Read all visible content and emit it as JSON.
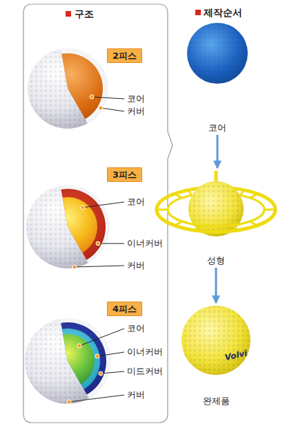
{
  "diagram": {
    "nodes": [
      {
        "text": [
          "구조"
        ]
      },
      {
        "text": [
          "2피스"
        ],
        "in": 0
      },
      {
        "text": [
          "3피스"
        ],
        "in": 0
      },
      {
        "text": [
          "4피스"
        ],
        "in": 0
      },
      {
        "text": [
          "코어"
        ]
      },
      {
        "text": [
          "성형"
        ]
      },
      {
        "text": [
          "완제품"
        ]
      }
    ],
    "edges": [
      {
        "from": 4,
        "to": 5,
        "arrow": "to"
      },
      {
        "from": 5,
        "to": 6,
        "arrow": "to"
      }
    ],
    "labels": [
      "제작순서",
      "코어",
      "커버",
      "코어",
      "이너커버",
      "커버",
      "코어",
      "이너커버",
      "미드커버",
      "커버",
      "Volvi"
    ]
  }
}
